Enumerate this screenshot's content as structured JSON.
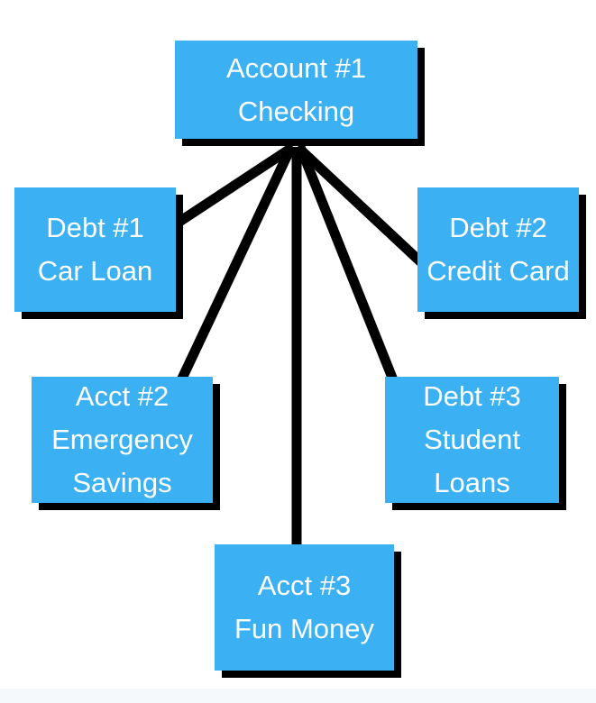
{
  "diagram": {
    "colors": {
      "box_fill": "#3bb0f3",
      "box_text": "#ffffff",
      "connector": "#000000",
      "shadow": "#000000"
    },
    "nodes": {
      "account1": {
        "lines": [
          "Account #1",
          "Checking"
        ]
      },
      "debt1": {
        "lines": [
          "Debt #1",
          "Car Loan"
        ]
      },
      "debt2": {
        "lines": [
          "Debt #2",
          "Credit Card"
        ]
      },
      "acct2": {
        "lines": [
          "Acct #2",
          "Emergency",
          "Savings"
        ]
      },
      "debt3": {
        "lines": [
          "Debt #3",
          "Student",
          "Loans"
        ]
      },
      "acct3": {
        "lines": [
          "Acct #3",
          "Fun Money"
        ]
      }
    },
    "edges": [
      {
        "from": "account1",
        "to": "debt1"
      },
      {
        "from": "account1",
        "to": "debt2"
      },
      {
        "from": "account1",
        "to": "acct2"
      },
      {
        "from": "account1",
        "to": "debt3"
      },
      {
        "from": "account1",
        "to": "acct3"
      }
    ]
  }
}
